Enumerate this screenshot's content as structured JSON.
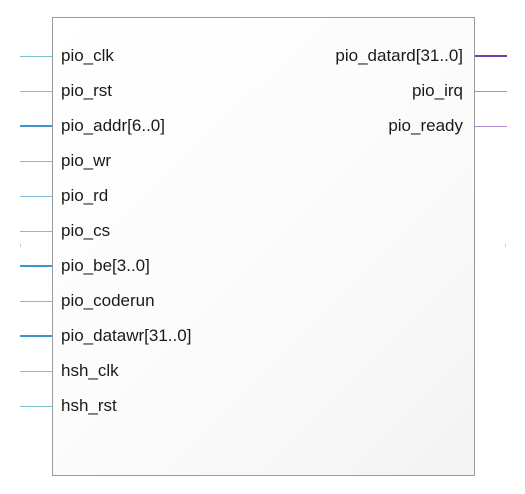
{
  "inputs": [
    {
      "label": "pio_clk",
      "bus": false
    },
    {
      "label": "pio_rst",
      "bus": false
    },
    {
      "label": "pio_addr[6..0]",
      "bus": true
    },
    {
      "label": "pio_wr",
      "bus": false
    },
    {
      "label": "pio_rd",
      "bus": false
    },
    {
      "label": "pio_cs",
      "bus": false
    },
    {
      "label": "pio_be[3..0]",
      "bus": true
    },
    {
      "label": "pio_coderun",
      "bus": false
    },
    {
      "label": "pio_datawr[31..0]",
      "bus": true
    },
    {
      "label": "hsh_clk",
      "bus": false
    },
    {
      "label": "hsh_rst",
      "bus": false
    }
  ],
  "outputs": [
    {
      "label": "pio_datard[31..0]",
      "bus": true
    },
    {
      "label": "pio_irq",
      "bus": false
    },
    {
      "label": "pio_ready",
      "bus": false
    }
  ],
  "colors": {
    "input_wire": "#7fbfdc",
    "input_bus": "#3a96c8",
    "output_wire": "#b08acb",
    "output_bus": "#7c3aa6",
    "block_border": "#9a9a9a"
  }
}
